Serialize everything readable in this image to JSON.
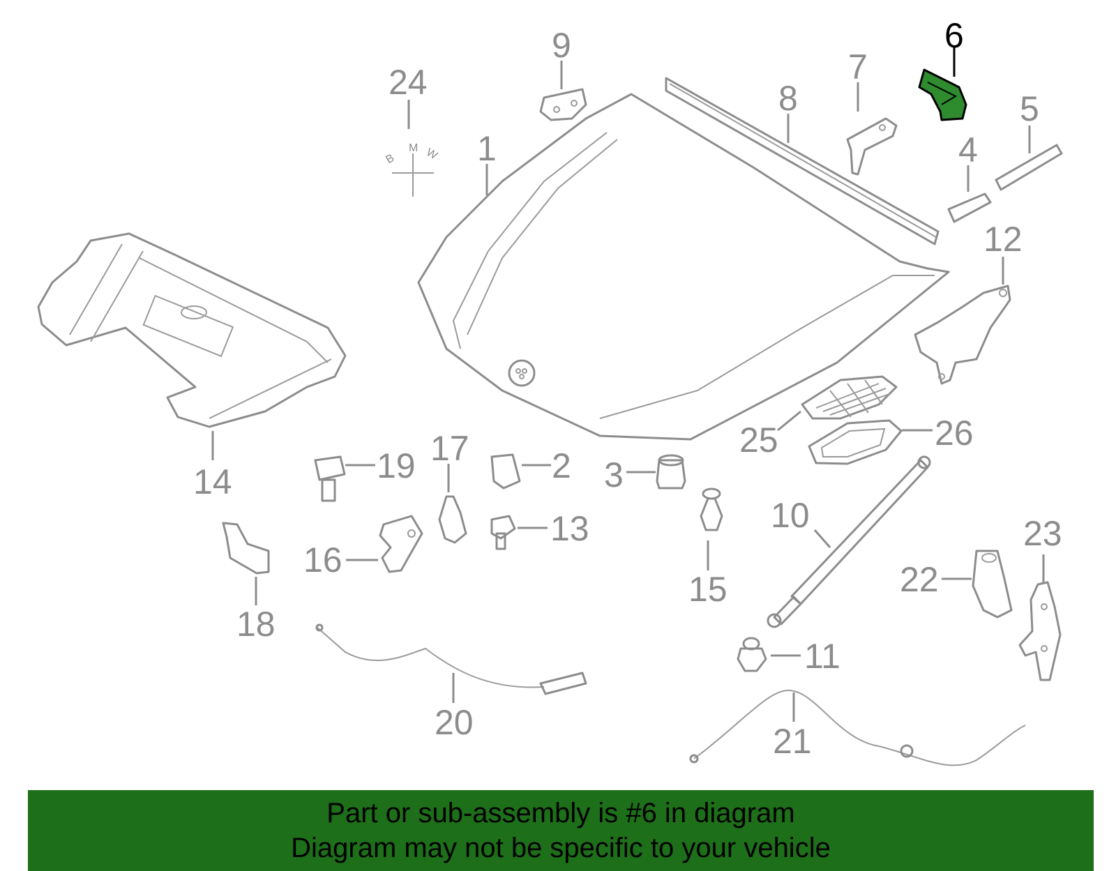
{
  "diagram": {
    "highlight_color": "#2e8b2e",
    "banner_color": "#1e6f19",
    "highlighted_part": "6",
    "callouts": [
      {
        "id": "1",
        "label": "1"
      },
      {
        "id": "2",
        "label": "2"
      },
      {
        "id": "3",
        "label": "3"
      },
      {
        "id": "4",
        "label": "4"
      },
      {
        "id": "5",
        "label": "5"
      },
      {
        "id": "6",
        "label": "6"
      },
      {
        "id": "7",
        "label": "7"
      },
      {
        "id": "8",
        "label": "8"
      },
      {
        "id": "9",
        "label": "9"
      },
      {
        "id": "10",
        "label": "10"
      },
      {
        "id": "11",
        "label": "11"
      },
      {
        "id": "12",
        "label": "12"
      },
      {
        "id": "13",
        "label": "13"
      },
      {
        "id": "14",
        "label": "14"
      },
      {
        "id": "15",
        "label": "15"
      },
      {
        "id": "16",
        "label": "16"
      },
      {
        "id": "17",
        "label": "17"
      },
      {
        "id": "18",
        "label": "18"
      },
      {
        "id": "19",
        "label": "19"
      },
      {
        "id": "20",
        "label": "20"
      },
      {
        "id": "21",
        "label": "21"
      },
      {
        "id": "22",
        "label": "22"
      },
      {
        "id": "23",
        "label": "23"
      },
      {
        "id": "24",
        "label": "24"
      },
      {
        "id": "25",
        "label": "25"
      },
      {
        "id": "26",
        "label": "26"
      }
    ],
    "emblem_letters": {
      "b": "B",
      "m": "M",
      "w": "W"
    }
  },
  "banner": {
    "line1": "Part or sub-assembly is #6 in diagram",
    "line2": "Diagram may not be specific to your vehicle"
  }
}
